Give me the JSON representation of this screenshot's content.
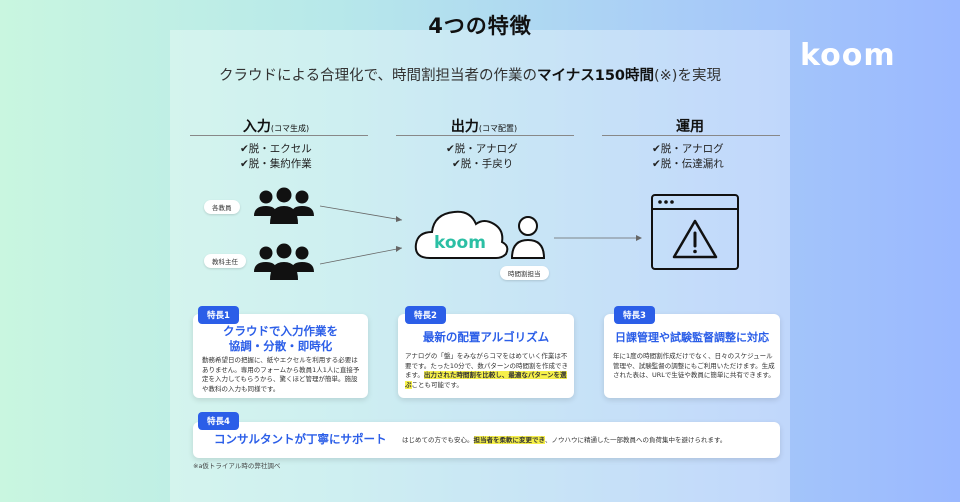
{
  "title": "4つの特徴",
  "brand": "koom",
  "subtitle": {
    "prefix": "クラウドによる合理化で、時間割担当者の作業の",
    "bold": "マイナス150時間",
    "suffix": "(※)を実現"
  },
  "columns": [
    {
      "head": "入力",
      "sub": "(コマ生成)",
      "checks": [
        "✔脱・エクセル",
        "✔脱・集約作業"
      ]
    },
    {
      "head": "出力",
      "sub": "(コマ配置)",
      "checks": [
        "✔脱・アナログ",
        "✔脱・手戻り"
      ]
    },
    {
      "head": "運用",
      "sub": "",
      "checks": [
        "✔脱・アナログ",
        "✔脱・伝達漏れ"
      ]
    }
  ],
  "roles": {
    "teachers": "各教員",
    "subject_lead": "教科主任",
    "scheduler": "時間割担当"
  },
  "features": [
    {
      "tag": "特長1",
      "title_lines": [
        "クラウドで入力作業を",
        "協調・分散・即時化"
      ],
      "body": "勤務希望日の把握に、紙やエクセルを利用する必要はありません。専用のフォームから教員1人1人に直接予定を入力してもらうから、驚くほど管理が簡単。施設や教科の入力も同様です。"
    },
    {
      "tag": "特長2",
      "title_lines": [
        "最新の配置アルゴリズム"
      ],
      "body_pre": "アナログの「盤」をみながらコマをはめていく作業は不要です。たった10分で、数パターンの時間割を作成できます。",
      "body_hl": "出力された時間割を比較し、最適なパターンを選ぶ",
      "body_post": "ことも可能です。"
    },
    {
      "tag": "特長3",
      "title_lines": [
        "日課管理や試験監督調整に対応"
      ],
      "body": "年に1度の時間割作成だけでなく、日々のスケジュール管理や、試験監督の調整にもご利用いただけます。生成された表は、URLで生徒や教員に簡単に共有できます。"
    },
    {
      "tag": "特長4",
      "title_lines": [
        "コンサルタントが丁寧にサポート"
      ],
      "body_pre": "はじめての方でも安心。",
      "body_hl": "担当者を柔軟に変更でき",
      "body_post": "、ノウハウに精通した一部教員への負荷集中を避けられます。"
    }
  ],
  "footnote": "※a仮トライアル時の弊社調べ",
  "colors": {
    "accent": "#2b5ee8",
    "highlight": "#f6f04b",
    "cloud_text": "#2bbfa4"
  }
}
